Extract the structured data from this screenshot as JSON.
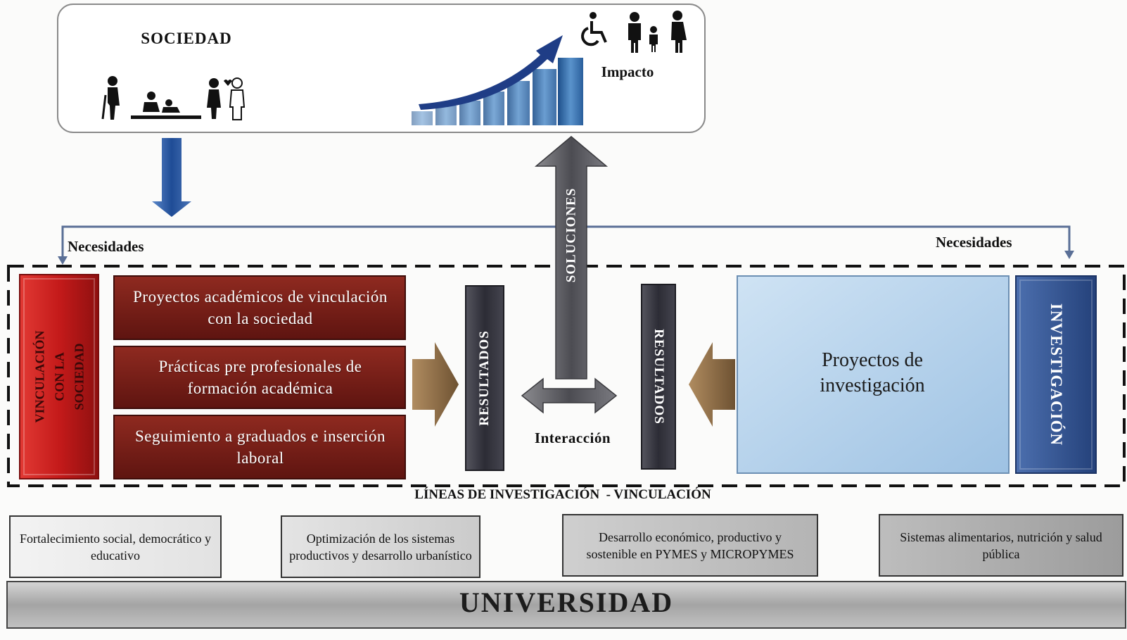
{
  "sociedad": {
    "title": "SOCIEDAD",
    "impact_label": "Impacto",
    "icons": [
      "elderly-person-icon",
      "child-care-icon",
      "couple-icon",
      "wheelchair-icon",
      "family-icon",
      "growth-chart-icon"
    ]
  },
  "flow": {
    "necesidades_left": "Necesidades",
    "necesidades_right": "Necesidades",
    "soluciones": "SOLUCIONES",
    "interaccion": "Interacción"
  },
  "vinculacion": {
    "label": "VINCULACIÓN CON LA SOCIEDAD",
    "items": [
      "Proyectos académicos de vinculación con la sociedad",
      "Prácticas pre profesionales de formación académica",
      "Seguimiento a graduados e inserción laboral"
    ],
    "resultados": "RESULTADOS"
  },
  "investigacion": {
    "label": "INVESTIGACIÓN",
    "project": "Proyectos de investigación",
    "resultados": "RESULTADOS"
  },
  "lineas": {
    "title": "LÍNEAS DE INVESTIGACIÓN  - VINCULACIÓN",
    "items": [
      "Fortalecimiento social, democrático y educativo",
      "Optimización de los sistemas productivos y desarrollo urbanístico",
      "Desarrollo económico, productivo y sostenible en PYMES y MICROPYMES",
      "Sistemas alimentarios, nutrición y salud pública"
    ]
  },
  "footer": {
    "title": "UNIVERSIDAD"
  },
  "colors": {
    "red_dark": "#6b1a14",
    "red": "#c01a1a",
    "blue_dark": "#2d4f8f",
    "blue_light": "#b9d5ee",
    "arrow_blue": "#2f5fa6",
    "grey_dark": "#3a3a44",
    "brown": "#8a6a45"
  }
}
